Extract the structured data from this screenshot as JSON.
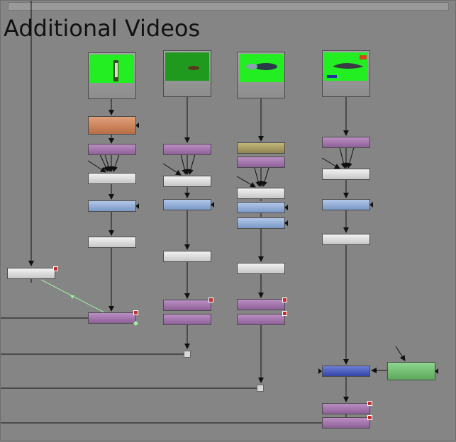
{
  "backdrop": {
    "title": "Additional Videos"
  },
  "colors": {
    "background": "#858585",
    "read_node": "#9a9a9a",
    "grade_node": "#cfcfcf",
    "merge_node": "#a67ab0",
    "color_node": "#94afd8",
    "shuffle_node": "#c7865d",
    "blur_node": "#a79b63",
    "green_node": "#72bd72",
    "dot_node": "#d8d8d8",
    "badge": "#c23030",
    "thumbnail_green": "#22ee22"
  },
  "node_graph": {
    "columns": [
      {
        "name": "column-1",
        "thumbnail": "tall-green-clip"
      },
      {
        "name": "column-2",
        "thumbnail": "small-object-clip"
      },
      {
        "name": "column-3",
        "thumbnail": "fish-clip"
      },
      {
        "name": "column-4",
        "thumbnail": "shark-clip"
      }
    ]
  }
}
